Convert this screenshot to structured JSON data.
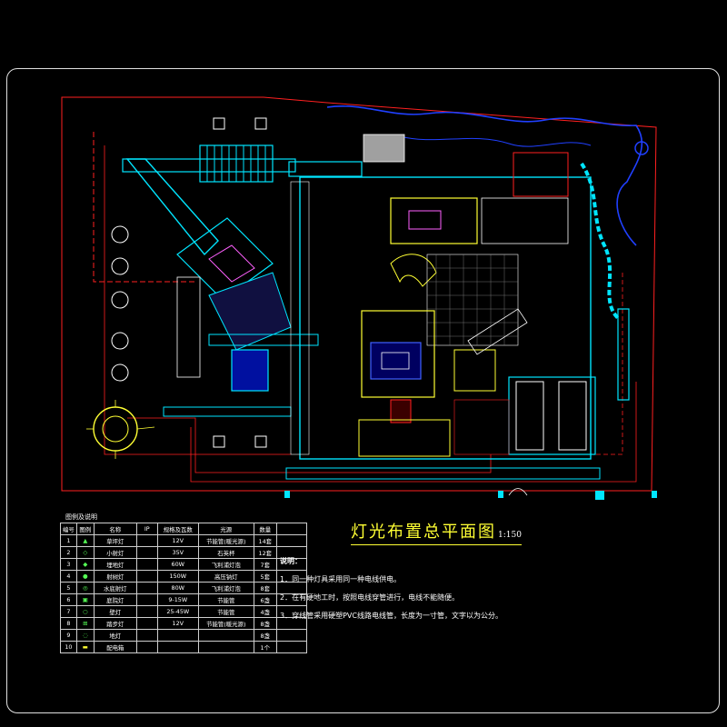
{
  "title": "灯光布置总平面图",
  "scale": "1:150",
  "legend": {
    "title": "图例及说明",
    "headers": [
      "编号",
      "图例",
      "名称",
      "IP",
      "规格及瓦数",
      "光源",
      "数量"
    ],
    "rows": [
      {
        "no": "1",
        "icon": "▲",
        "name": "草坪灯",
        "ip": "",
        "spec": "12V",
        "source": "节能管(暖光源)",
        "qty": "14套"
      },
      {
        "no": "2",
        "icon": "◇",
        "name": "小射灯",
        "ip": "",
        "spec": "35V",
        "source": "石英杯",
        "qty": "12套"
      },
      {
        "no": "3",
        "icon": "◆",
        "name": "埋地灯",
        "ip": "",
        "spec": "60W",
        "source": "飞利浦灯泡",
        "qty": "7套"
      },
      {
        "no": "4",
        "icon": "●",
        "name": "射树灯",
        "ip": "",
        "spec": "150W",
        "source": "高压钠灯",
        "qty": "5套"
      },
      {
        "no": "5",
        "icon": "◎",
        "name": "水底射灯",
        "ip": "",
        "spec": "80W",
        "source": "飞利浦灯泡",
        "qty": "8套"
      },
      {
        "no": "6",
        "icon": "▣",
        "name": "庭院灯",
        "ip": "",
        "spec": "9-15W",
        "source": "节能管",
        "qty": "6盏"
      },
      {
        "no": "7",
        "icon": "○",
        "name": "壁灯",
        "ip": "",
        "spec": "25-45W",
        "source": "节能管",
        "qty": "4盏"
      },
      {
        "no": "8",
        "icon": "⊞",
        "name": "踏步灯",
        "ip": "",
        "spec": "12V",
        "source": "节能管(暖光源)",
        "qty": "8盏"
      },
      {
        "no": "9",
        "icon": "◌",
        "name": "地灯",
        "ip": "",
        "spec": "",
        "source": "",
        "qty": "8盏"
      },
      {
        "no": "10",
        "icon": "▬",
        "name": "配电箱",
        "ip": "",
        "spec": "",
        "source": "",
        "qty": "1个"
      }
    ]
  },
  "notes": {
    "heading": "说明：",
    "items": [
      "1．同一种灯具采用同一种电线供电。",
      "2．在有硬地工时，按照电线穿管进行，电线不能随便。",
      "3．穿线管采用硬塑PVC线路电线管，长度为一寸管，文字以为公分。"
    ]
  },
  "colors": {
    "background": "#000000",
    "boundary": "#ff2020",
    "structure": "#00e5ff",
    "highlight": "#ffff33",
    "water": "#2040ff"
  }
}
